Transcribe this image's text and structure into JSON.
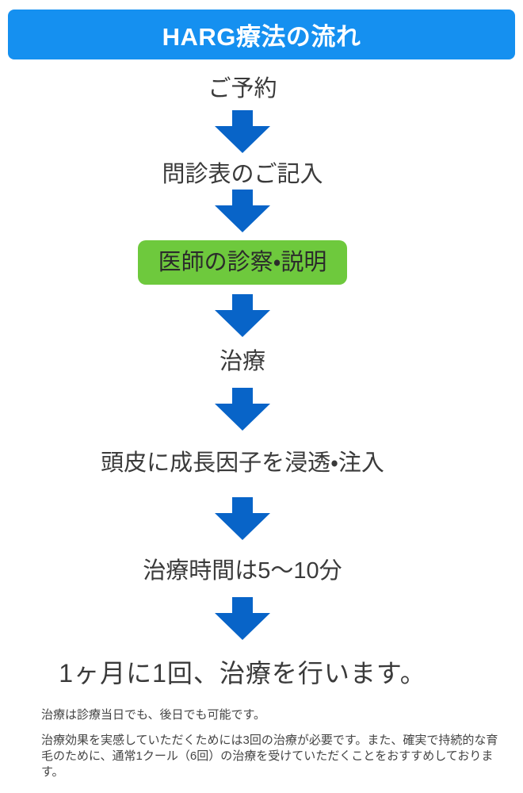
{
  "header": {
    "title": "HARG療法の流れ"
  },
  "colors": {
    "header_bg": "#1590F0",
    "arrow": "#0864C8",
    "highlight_bg": "#6EC93D",
    "flow_text": "#3A3A3A",
    "notes_text": "#444444"
  },
  "flow": {
    "steps": [
      {
        "label": "ご予約",
        "type": "plain"
      },
      {
        "label": "問診表のご記入",
        "type": "plain"
      },
      {
        "label": "医師の診察・説明",
        "type": "highlighted"
      },
      {
        "label": "治療",
        "type": "plain"
      },
      {
        "label": "頭皮に成長因子を浸透・注入",
        "type": "plain"
      },
      {
        "label": "治療時間は5～10分",
        "type": "plain"
      },
      {
        "label": "1ヶ月に1回、治療を行います。",
        "type": "plain-large"
      }
    ]
  },
  "notes": {
    "paragraphs": [
      "治療は診療当日でも、後日でも可能です。",
      "治療効果を実感していただくためには3回の治療が必要です。また、確実で持続的な育毛のために、通常1クール（6回）の治療を受けていただくことをおすすめしております。"
    ]
  }
}
